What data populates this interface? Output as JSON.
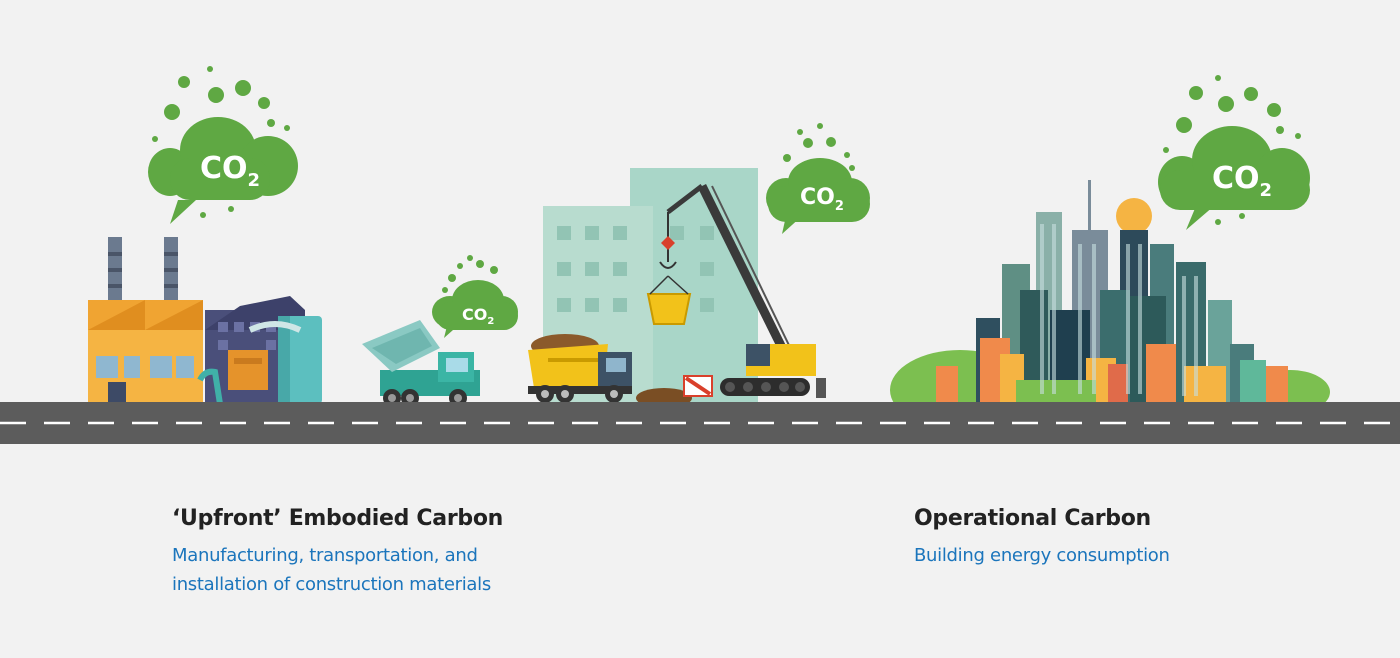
{
  "bubbles": {
    "factory": "CO",
    "truck": "CO",
    "crane": "CO",
    "city": "CO",
    "subscript": "2"
  },
  "upfront": {
    "title": "‘Upfront’ Embodied Carbon",
    "description_line1": "Manufacturing, transportation, and",
    "description_line2": "installation of construction materials"
  },
  "operational": {
    "title": "Operational Carbon",
    "description": "Building energy consumption"
  },
  "colors": {
    "background": "#f2f2f2",
    "road": "#5c5c5c",
    "co2_cloud": "#5fa843",
    "title_text": "#222222",
    "description_text": "#1b75bc"
  }
}
